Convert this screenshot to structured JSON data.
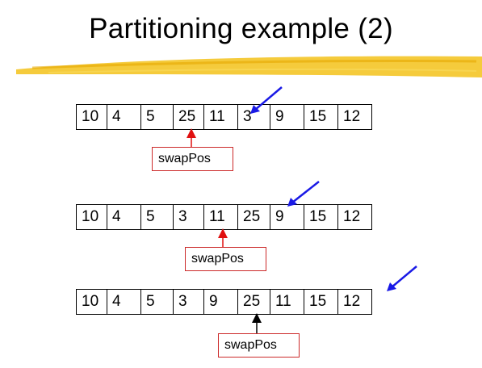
{
  "title": "Partitioning example (2)",
  "colors": {
    "highlighter": "#f3c21a",
    "pointer_arrow": "#1a1ae6",
    "swap_arrow": "#e01010",
    "final_arrow": "#000000",
    "label_border": "#cc2a2a"
  },
  "rows": [
    {
      "cells": [
        "10",
        "4",
        "5",
        "25",
        "11",
        "3",
        "9",
        "15",
        "12"
      ],
      "swap_label": "swapPos",
      "swap_index": 3,
      "pointer_index": 5
    },
    {
      "cells": [
        "10",
        "4",
        "5",
        "3",
        "11",
        "25",
        "9",
        "15",
        "12"
      ],
      "swap_label": "swapPos",
      "swap_index": 4,
      "pointer_index": 6
    },
    {
      "cells": [
        "10",
        "4",
        "5",
        "3",
        "9",
        "25",
        "11",
        "15",
        "12"
      ],
      "swap_label": "swapPos",
      "swap_index": 5,
      "pointer_index": 9
    }
  ]
}
